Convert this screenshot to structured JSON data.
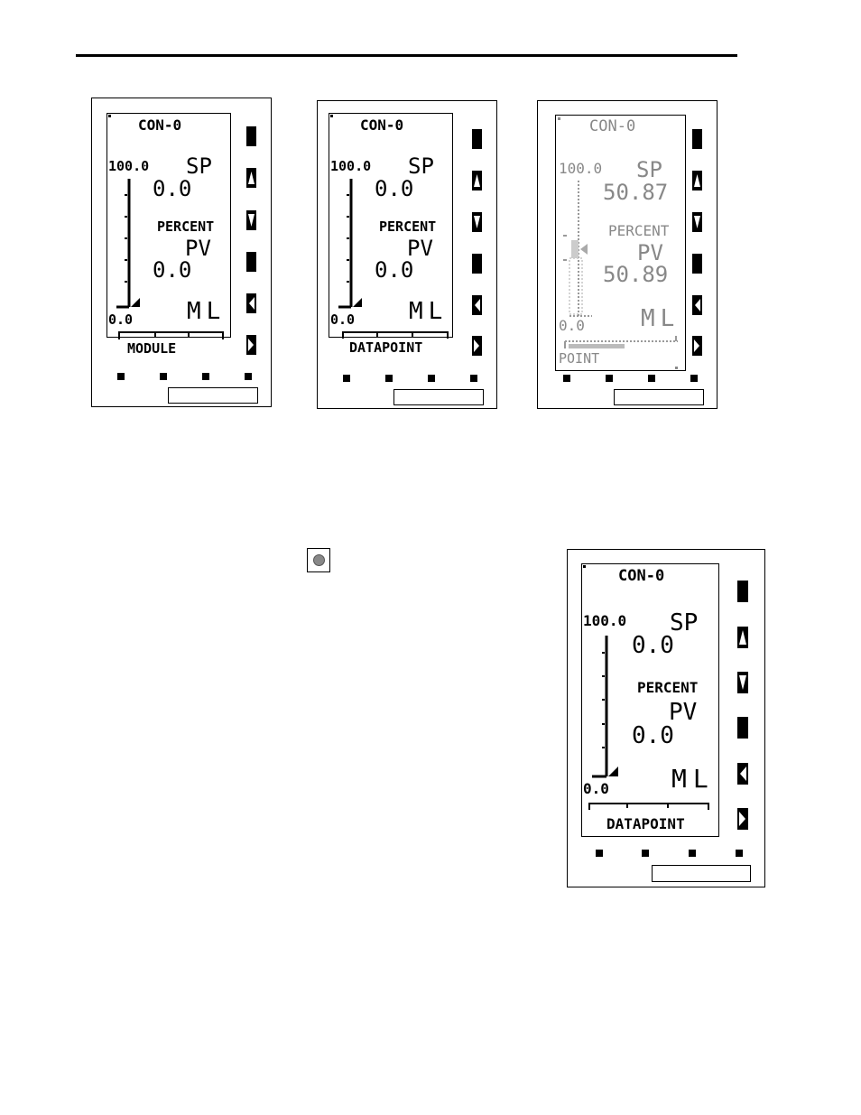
{
  "screens": [
    {
      "title": "CON-0",
      "range_high": "100.0",
      "range_low": "0.0",
      "sp_label": "SP",
      "sp_value": "0.0",
      "units": "PERCENT",
      "pv_label": "PV",
      "pv_value": "0.0",
      "mode": "ML",
      "softkey_label": "MODULE"
    },
    {
      "title": "CON-0",
      "range_high": "100.0",
      "range_low": "0.0",
      "sp_label": "SP",
      "sp_value": "0.0",
      "units": "PERCENT",
      "pv_label": "PV",
      "pv_value": "0.0",
      "mode": "ML",
      "softkey_label": "DATAPOINT"
    },
    {
      "title": "CON-0",
      "range_high": "100.0",
      "range_low": "0.0",
      "sp_label": "SP",
      "sp_value": "50.87",
      "units": "PERCENT",
      "pv_label": "PV",
      "pv_value": "50.89",
      "mode": "ML",
      "softkey_label": "POINT"
    },
    {
      "title": "CON-0",
      "range_high": "100.0",
      "range_low": "0.0",
      "sp_label": "SP",
      "sp_value": "0.0",
      "units": "PERCENT",
      "pv_label": "PV",
      "pv_value": "0.0",
      "mode": "ML",
      "softkey_label": "DATAPOINT"
    }
  ],
  "side_buttons": [
    "blank-key",
    "up-arrow-icon",
    "down-arrow-icon",
    "blank-key",
    "left-arrow-icon",
    "right-arrow-icon"
  ],
  "record_button_icon": "record-dot-icon"
}
